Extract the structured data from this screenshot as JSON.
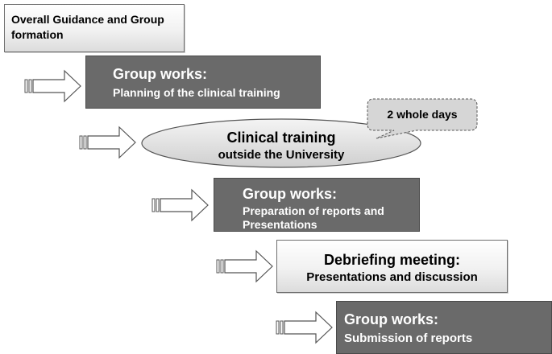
{
  "steps": {
    "guidance": "Overall Guidance and Group formation",
    "group1": {
      "title": "Group works:",
      "detail": "Planning of the clinical training"
    },
    "clinical": {
      "title": "Clinical training",
      "detail": "outside the University"
    },
    "callout": "2 whole days",
    "group2": {
      "title": "Group works:",
      "detail": "Preparation of reports and Presentations"
    },
    "debrief": {
      "title": "Debriefing meeting:",
      "detail": "Presentations and discussion"
    },
    "group3": {
      "title": "Group works:",
      "detail": "Submission of reports"
    }
  },
  "colors": {
    "dark_box": "#6a6a6a",
    "light_box": "#f1f1f1",
    "ellipse": "#e2e2e2",
    "callout": "#d6d6d6",
    "arrow_fill": "#ffffff",
    "outline": "#555555"
  }
}
